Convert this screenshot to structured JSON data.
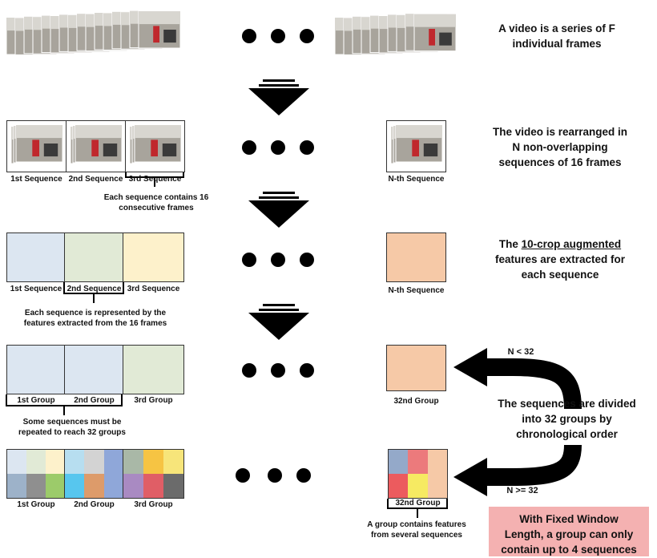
{
  "row1": {
    "text_line1": "A video is a series of F",
    "text_line2": "individual frames"
  },
  "row2": {
    "labels": [
      "1st Sequence",
      "2nd Sequence",
      "3rd Sequence",
      "N-th Sequence"
    ],
    "caption_line1": "Each sequence contains 16",
    "caption_line2": "consecutive frames",
    "text_line1": "The video is rearranged in",
    "text_line2": "N non-overlapping",
    "text_line3": "sequences of 16 frames"
  },
  "row3": {
    "labels": [
      "1st Sequence",
      "2nd Sequence",
      "3rd Sequence",
      "N-th Sequence"
    ],
    "colors": [
      "#dce6f1",
      "#e1ead6",
      "#fdf1cb",
      "#f6c9a7"
    ],
    "caption_line1": "Each sequence is represented by the",
    "caption_line2": "features extracted from the 16 frames",
    "text_pre": "The ",
    "text_underlined": "10-crop augmented",
    "text_line2": "features are extracted for",
    "text_line3": "each sequence"
  },
  "row4": {
    "labels": [
      "1st Group",
      "2nd Group",
      "3rd Group",
      "32nd Group"
    ],
    "colors": [
      "#dce6f1",
      "#dce6f1",
      "#e1ead6",
      "#f6c9a7"
    ],
    "caption_line1": "Some sequences must be",
    "caption_line2": "repeated to reach 32 groups",
    "arrow_top_label": "N < 32",
    "text_line1": "The sequences are divided",
    "text_line2": "into 32 groups by",
    "text_line3": "chronological order",
    "arrow_bottom_label": "N >= 32"
  },
  "row5": {
    "labels": [
      "1st Group",
      "2nd Group",
      "3rd Group",
      "32nd Group"
    ],
    "group1_colors": [
      "#dce6f1",
      "#e1ead6",
      "#fdf1cb",
      "#9db2c9",
      "#8f8f8f",
      "#9ccb6a"
    ],
    "group2_colors": [
      "#b7def0",
      "#d3d3d3",
      "#8fa7d9",
      "#57c6ee",
      "#dd9b6a",
      "#8fa7d9"
    ],
    "group3_colors": [
      "#a9b8a7",
      "#f6c443",
      "#f7e57a",
      "#a98ac2",
      "#e05e66",
      "#6b6b6b"
    ],
    "group32_colors": [
      "#94a9c9",
      "#ec7a7c",
      "#f6c9a7",
      "#ec5b5e",
      "#f6ea62",
      "#f6c9a7"
    ],
    "caption_line1": "A group contains features",
    "caption_line2": "from several sequences",
    "note_line1": "With Fixed Window",
    "note_line2": "Length, a group can only",
    "note_line3": "contain up to 4 sequences"
  }
}
